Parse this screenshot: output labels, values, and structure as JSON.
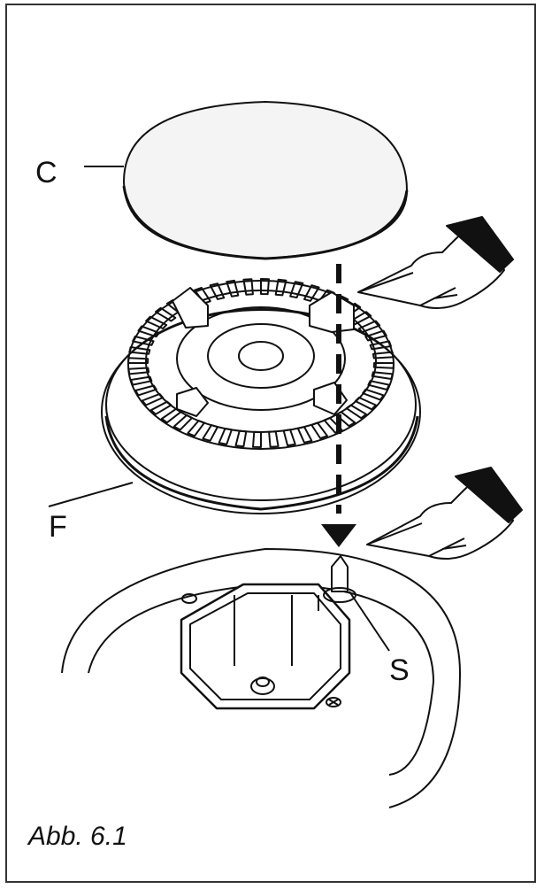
{
  "labels": {
    "c": "C",
    "f": "F",
    "s": "S"
  },
  "caption": "Abb. 6.1",
  "icons": [
    "pointing-hand-icon",
    "pointing-hand-icon",
    "arrow-down-icon"
  ],
  "colors": {
    "line": "#111111",
    "cap_fill": "#f4f4f4",
    "hand": "#111111"
  }
}
